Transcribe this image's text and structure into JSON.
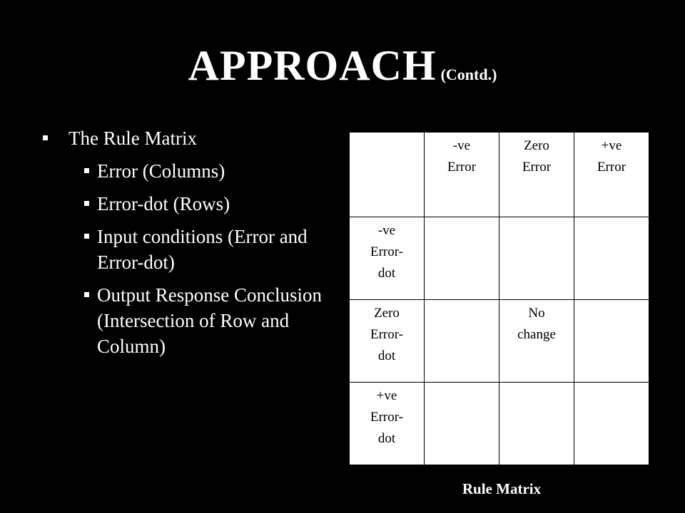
{
  "slide": {
    "title": "APPROACH",
    "title_suffix": "(Contd.)",
    "bullets": [
      {
        "text": "The Rule Matrix",
        "level": 1
      },
      {
        "text": "Error (Columns)",
        "level": 2
      },
      {
        "text": "Error-dot (Rows)",
        "level": 2
      },
      {
        "text": "Input conditions (Error and Error-dot)",
        "level": 2
      },
      {
        "text": "Output Response Conclusion (Intersection of Row and Column)",
        "level": 2
      }
    ],
    "matrix": {
      "column_headers": [
        "-ve\nError",
        "Zero\nError",
        "+ve\nError"
      ],
      "rows": [
        {
          "header": "-ve\nError-\ndot",
          "cells": [
            "",
            "",
            ""
          ]
        },
        {
          "header": "Zero\nError-\ndot",
          "cells": [
            "",
            "No\nchange",
            ""
          ]
        },
        {
          "header": "+ve\nError-\ndot",
          "cells": [
            "",
            "",
            ""
          ]
        }
      ]
    },
    "caption": "Rule Matrix"
  }
}
